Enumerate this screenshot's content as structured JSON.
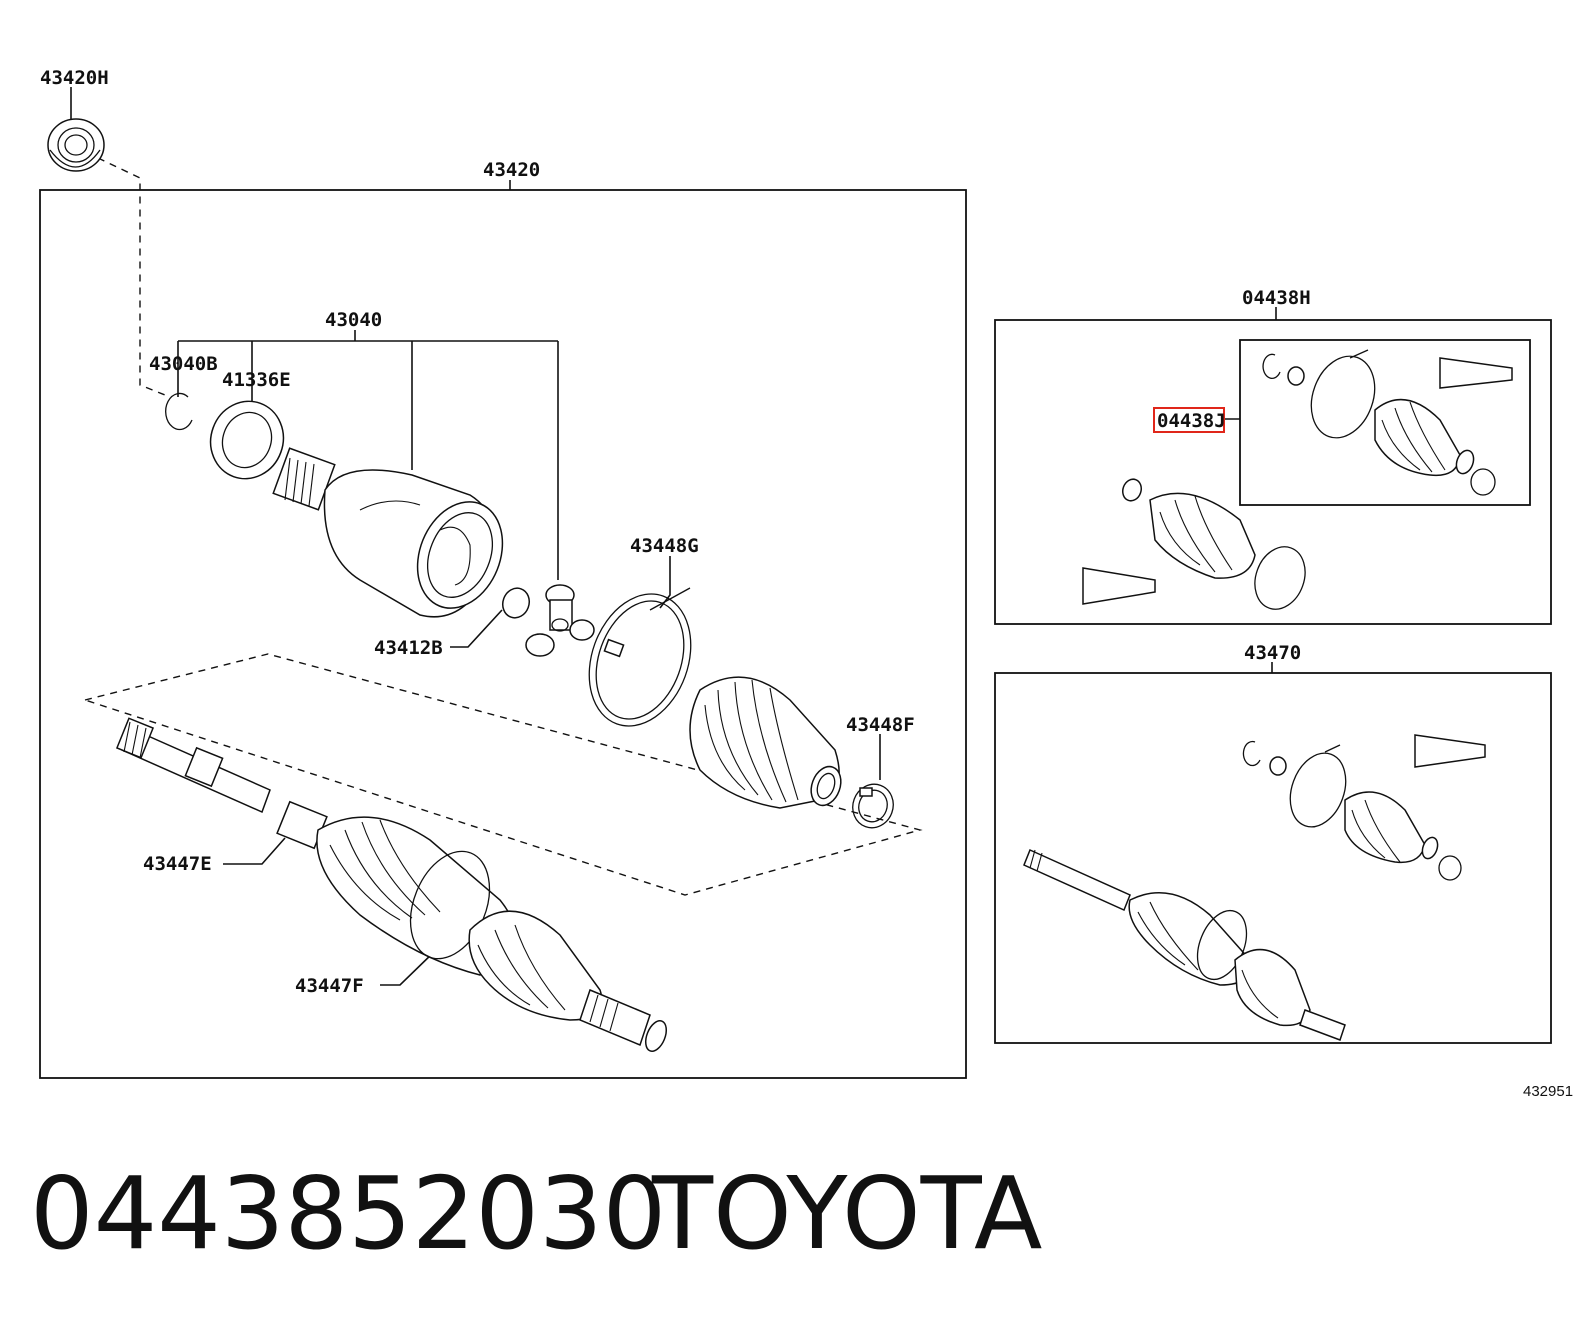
{
  "labels": {
    "l43420H": "43420H",
    "l43420": "43420",
    "l43040": "43040",
    "l43040B": "43040B",
    "l41336E": "41336E",
    "l43412B": "43412B",
    "l43448G": "43448G",
    "l43448F": "43448F",
    "l43447E": "43447E",
    "l43447F": "43447F",
    "l04438H": "04438H",
    "l04438J": "04438J",
    "l43470": "43470"
  },
  "diagram_ref": "432951",
  "caption": {
    "part_number": "0443852030",
    "brand": "TOYOTA"
  },
  "highlight_color": "#e0261a"
}
